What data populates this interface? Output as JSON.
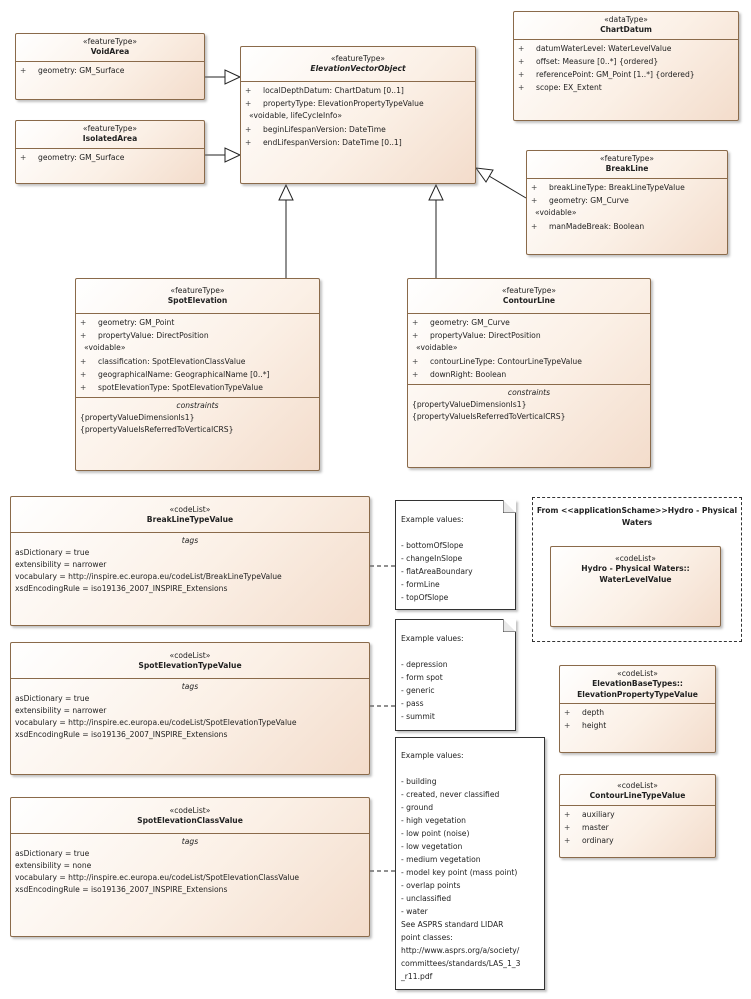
{
  "void_area": {
    "stereotype": "«featureType»",
    "name": "VoidArea",
    "attributes": [
      {
        "vis": "+",
        "text": "geometry: GM_Surface"
      }
    ]
  },
  "isolated_area": {
    "stereotype": "«featureType»",
    "name": "IsolatedArea",
    "attributes": [
      {
        "vis": "+",
        "text": "geometry: GM_Surface"
      }
    ]
  },
  "elevation_vector_object": {
    "stereotype": "«featureType»",
    "name": "ElevationVectorObject",
    "attributes": [
      {
        "vis": "+",
        "text": "localDepthDatum: ChartDatum [0..1]"
      },
      {
        "vis": "+",
        "text": "propertyType: ElevationPropertyTypeValue"
      }
    ],
    "group_label": "«voidable, lifeCycleInfo»",
    "group_attributes": [
      {
        "vis": "+",
        "text": "beginLifespanVersion: DateTime"
      },
      {
        "vis": "+",
        "text": "endLifespanVersion: DateTime [0..1]"
      }
    ]
  },
  "chart_datum": {
    "stereotype": "«dataType»",
    "name": "ChartDatum",
    "attributes": [
      {
        "vis": "+",
        "text": "datumWaterLevel: WaterLevelValue"
      },
      {
        "vis": "+",
        "text": "offset: Measure [0..*] {ordered}"
      },
      {
        "vis": "+",
        "text": "referencePoint: GM_Point [1..*] {ordered}"
      },
      {
        "vis": "+",
        "text": "scope: EX_Extent"
      }
    ]
  },
  "break_line": {
    "stereotype": "«featureType»",
    "name": "BreakLine",
    "attributes": [
      {
        "vis": "+",
        "text": "breakLineType: BreakLineTypeValue"
      },
      {
        "vis": "+",
        "text": "geometry: GM_Curve"
      }
    ],
    "group_label": "«voidable»",
    "group_attributes": [
      {
        "vis": "+",
        "text": "manMadeBreak: Boolean"
      }
    ]
  },
  "spot_elevation": {
    "stereotype": "«featureType»",
    "name": "SpotElevation",
    "attributes": [
      {
        "vis": "+",
        "text": "geometry: GM_Point"
      },
      {
        "vis": "+",
        "text": "propertyValue: DirectPosition"
      }
    ],
    "group_label": "«voidable»",
    "group_attributes": [
      {
        "vis": "+",
        "text": "classification: SpotElevationClassValue"
      },
      {
        "vis": "+",
        "text": "geographicalName: GeographicalName [0..*]"
      },
      {
        "vis": "+",
        "text": "spotElevationType: SpotElevationTypeValue"
      }
    ],
    "constraints_title": "constraints",
    "constraints": [
      "{propertyValueDimensionIs1}",
      "{propertyValueIsReferredToVerticalCRS}"
    ]
  },
  "contour_line": {
    "stereotype": "«featureType»",
    "name": "ContourLine",
    "attributes": [
      {
        "vis": "+",
        "text": "geometry: GM_Curve"
      },
      {
        "vis": "+",
        "text": "propertyValue: DirectPosition"
      }
    ],
    "group_label": "«voidable»",
    "group_attributes": [
      {
        "vis": "+",
        "text": "contourLineType: ContourLineTypeValue"
      },
      {
        "vis": "+",
        "text": "downRight: Boolean"
      }
    ],
    "constraints_title": "constraints",
    "constraints": [
      "{propertyValueDimensionIs1}",
      "{propertyValueIsReferredToVerticalCRS}"
    ]
  },
  "break_line_type_value": {
    "stereotype": "«codeList»",
    "name": "BreakLineTypeValue",
    "tags_title": "tags",
    "tags": [
      "asDictionary = true",
      "extensibility = narrower",
      "vocabulary = http://inspire.ec.europa.eu/codeList/BreakLineTypeValue",
      "xsdEncodingRule = iso19136_2007_INSPIRE_Extensions"
    ]
  },
  "spot_elevation_type_value": {
    "stereotype": "«codeList»",
    "name": "SpotElevationTypeValue",
    "tags_title": "tags",
    "tags": [
      "asDictionary = true",
      "extensibility = narrower",
      "vocabulary = http://inspire.ec.europa.eu/codeList/SpotElevationTypeValue",
      "xsdEncodingRule = iso19136_2007_INSPIRE_Extensions"
    ]
  },
  "spot_elevation_class_value": {
    "stereotype": "«codeList»",
    "name": "SpotElevationClassValue",
    "tags_title": "tags",
    "tags": [
      "asDictionary = true",
      "extensibility = none",
      "vocabulary = http://inspire.ec.europa.eu/codeList/SpotElevationClassValue",
      "xsdEncodingRule = iso19136_2007_INSPIRE_Extensions"
    ]
  },
  "note_break_line": {
    "lines": [
      "Example values:",
      "",
      "- bottomOfSlope",
      "- changeInSlope",
      "- flatAreaBoundary",
      "- formLine",
      "- topOfSlope"
    ]
  },
  "note_spot_type": {
    "lines": [
      "Example values:",
      "",
      "- depression",
      "- form spot",
      "- generic",
      "- pass",
      "- summit"
    ]
  },
  "note_spot_class": {
    "lines": [
      "Example values:",
      "",
      "- building",
      "- created, never classified",
      "- ground",
      "- high vegetation",
      "- low point (noise)",
      "- low vegetation",
      "- medium vegetation",
      "- model key point (mass point)",
      "- overlap points",
      "- unclassified",
      "- water",
      "See  ASPRS standard LIDAR",
      "point classes:",
      "http://www.asprs.org/a/society/",
      "committees/standards/LAS_1_3",
      "_r11.pdf"
    ]
  },
  "hydro_package": {
    "title_line1": "From <<applicationSchame>>Hydro - Physical",
    "title_line2": "Waters",
    "class": {
      "stereotype": "«codeList»",
      "name_line1": "Hydro - Physical Waters::",
      "name_line2": "WaterLevelValue"
    }
  },
  "elevation_property_type_value": {
    "stereotype": "«codeList»",
    "name_line1": "ElevationBaseTypes::",
    "name_line2": "ElevationPropertyTypeValue",
    "literals": [
      {
        "vis": "+",
        "text": "depth"
      },
      {
        "vis": "+",
        "text": "height"
      }
    ]
  },
  "contour_line_type_value": {
    "stereotype": "«codeList»",
    "name": "ContourLineTypeValue",
    "literals": [
      {
        "vis": "+",
        "text": "auxiliary"
      },
      {
        "vis": "+",
        "text": "master"
      },
      {
        "vis": "+",
        "text": "ordinary"
      }
    ]
  }
}
